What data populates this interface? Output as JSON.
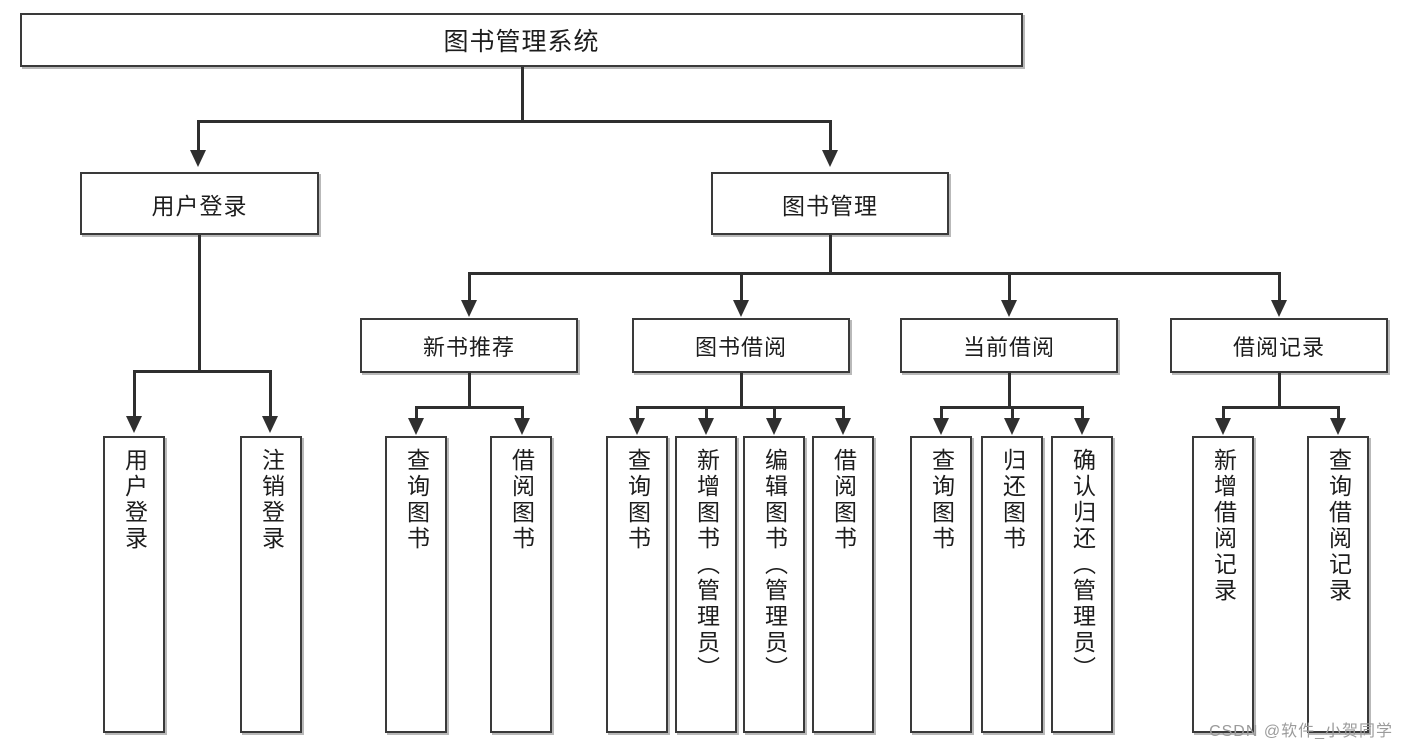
{
  "diagram": {
    "title_node": {
      "label": "图书管理系统"
    },
    "level1": [
      {
        "id": "user-login",
        "label": "用户登录"
      },
      {
        "id": "book-management",
        "label": "图书管理"
      }
    ],
    "level2": [
      {
        "id": "new-book-recommend",
        "label": "新书推荐"
      },
      {
        "id": "book-borrow",
        "label": "图书借阅"
      },
      {
        "id": "current-borrow",
        "label": "当前借阅"
      },
      {
        "id": "borrow-record",
        "label": "借阅记录"
      }
    ],
    "leaves": {
      "user_login": [
        {
          "id": "leaf-user-login",
          "label": "用户登录"
        },
        {
          "id": "leaf-logout-login",
          "label": "注销登录"
        }
      ],
      "new_book_recommend": [
        {
          "id": "leaf-query-book-1",
          "label": "查询图书"
        },
        {
          "id": "leaf-borrow-book-1",
          "label": "借阅图书"
        }
      ],
      "book_borrow": [
        {
          "id": "leaf-query-book-2",
          "label": "查询图书"
        },
        {
          "id": "leaf-add-book",
          "label": "新增图书（管理员）"
        },
        {
          "id": "leaf-edit-book",
          "label": "编辑图书（管理员）"
        },
        {
          "id": "leaf-borrow-book-2",
          "label": "借阅图书"
        }
      ],
      "current_borrow": [
        {
          "id": "leaf-query-book-3",
          "label": "查询图书"
        },
        {
          "id": "leaf-return-book",
          "label": "归还图书"
        },
        {
          "id": "leaf-confirm-return",
          "label": "确认归还（管理员）"
        }
      ],
      "borrow_record": [
        {
          "id": "leaf-add-record",
          "label": "新增借阅记录"
        },
        {
          "id": "leaf-query-record",
          "label": "查询借阅记录"
        }
      ]
    }
  },
  "watermark": {
    "text": "CSDN @软件_小贺同学"
  },
  "colors": {
    "box_border": "#3a3a3a",
    "line": "#2f2f2f",
    "background": "#ffffff",
    "watermark": "#9b9b9b"
  }
}
